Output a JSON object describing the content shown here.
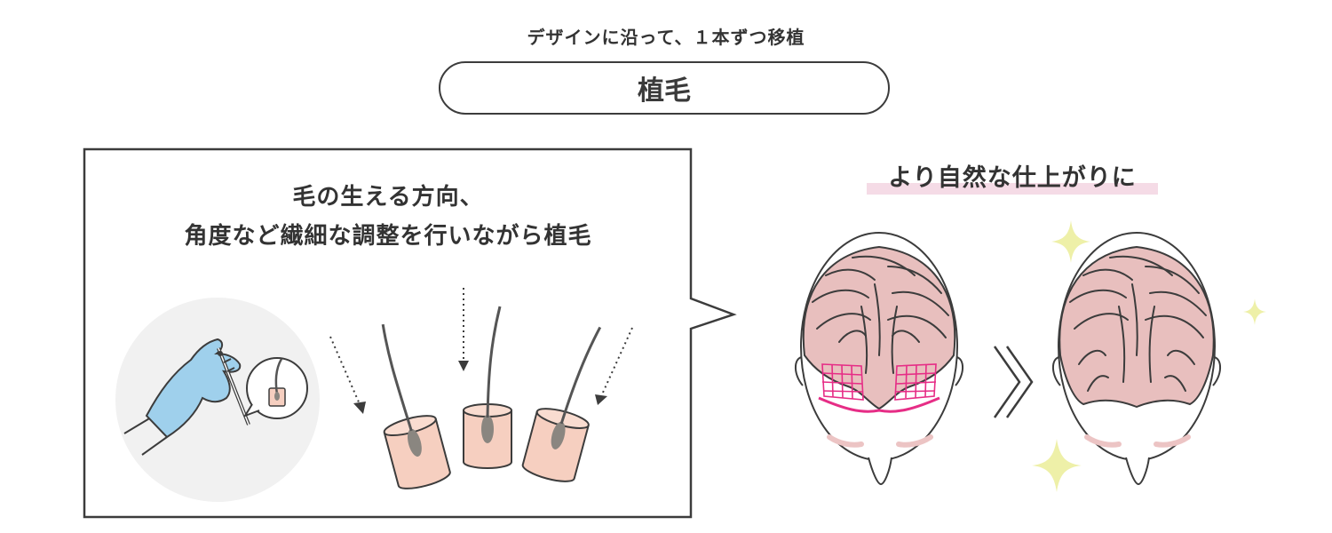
{
  "header": {
    "subtitle": "デザインに沿って、１本ずつ移植",
    "title": "植毛"
  },
  "callout": {
    "line1": "毛の生える方向、",
    "line2": "角度など繊細な調整を行いながら植毛"
  },
  "result": {
    "label": "より自然な仕上がりに"
  },
  "colors": {
    "outline": "#3c3c3c",
    "hair": "#e8bfbe",
    "glove": "#9fd0ec",
    "graft": "#f6cfc0",
    "design_grid": "#e62d86",
    "underline": "#f5dbe6",
    "sparkle": "#eef0a8",
    "shadow_circle": "#f1f1f1"
  }
}
